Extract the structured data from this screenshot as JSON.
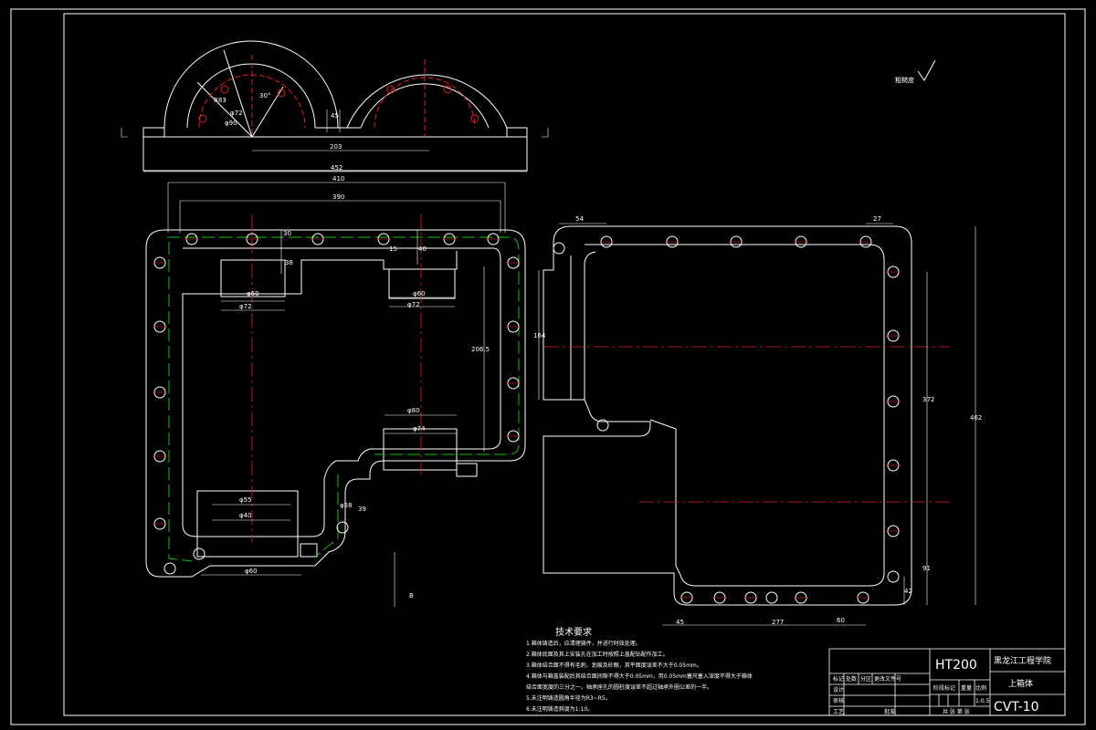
{
  "surface_label": "粗糙度",
  "dims": {
    "top_r": "R83",
    "top_phi": "φ72",
    "top_phi2": "φ90",
    "angle": "30°",
    "gap": "45",
    "width_203": "203",
    "width_452": "452",
    "width_410": "410",
    "width_390": "390",
    "d60": "φ60",
    "d72": "φ72",
    "d60b": "φ60",
    "d72b": "φ72",
    "h30": "30",
    "h38": "38",
    "h15": "15",
    "h40": "40",
    "v206": "206.5",
    "d80": "φ80",
    "d74": "φ74",
    "d55": "φ55",
    "d40": "φ40",
    "d60c": "φ60",
    "v39": "39",
    "d58": "φ58",
    "h54": "54",
    "h27": "27",
    "v164": "164",
    "v372": "372",
    "v462": "462",
    "v91": "91",
    "v42": "42",
    "h45": "45",
    "h277": "277",
    "h60": "60",
    "b_label": "B"
  },
  "tech": {
    "title": "技术要求",
    "lines": [
      "1.箱体铸造后，应清理铸件，并进行时效处理。",
      "2.箱体底面及其上安装孔在加工时按照上盖配钻配作加工。",
      "3.箱体结合面不得有毛刺、划痕及砂眼，其平面度误差不大于0.05mm。",
      "4.箱体与箱盖装配后其结合面间隙不得大于0.05mm，用0.05mm塞尺塞入深度不得大于箱体",
      "结合面宽度的三分之一。轴承座孔的圆柱度误差不超过轴承外圈公差的一半。",
      "5.未注明铸造圆角半径为R3~R5。",
      "6.未注明铸造斜度为1:10。"
    ]
  },
  "title_block": {
    "material": "HT200",
    "school": "黑龙江工程学院",
    "part_name": "上箱体",
    "drawing_no": "CVT-10",
    "hdr1": "标记",
    "hdr2": "处数",
    "hdr3": "分区",
    "hdr4": "更改文件号",
    "design": "设计",
    "check": "审核",
    "process": "工艺",
    "approve": "批准",
    "scale_label": "比例",
    "scale": "1:0.5",
    "weight": "重量",
    "stage": "阶段标记",
    "sheets": "共 张 第 张"
  }
}
